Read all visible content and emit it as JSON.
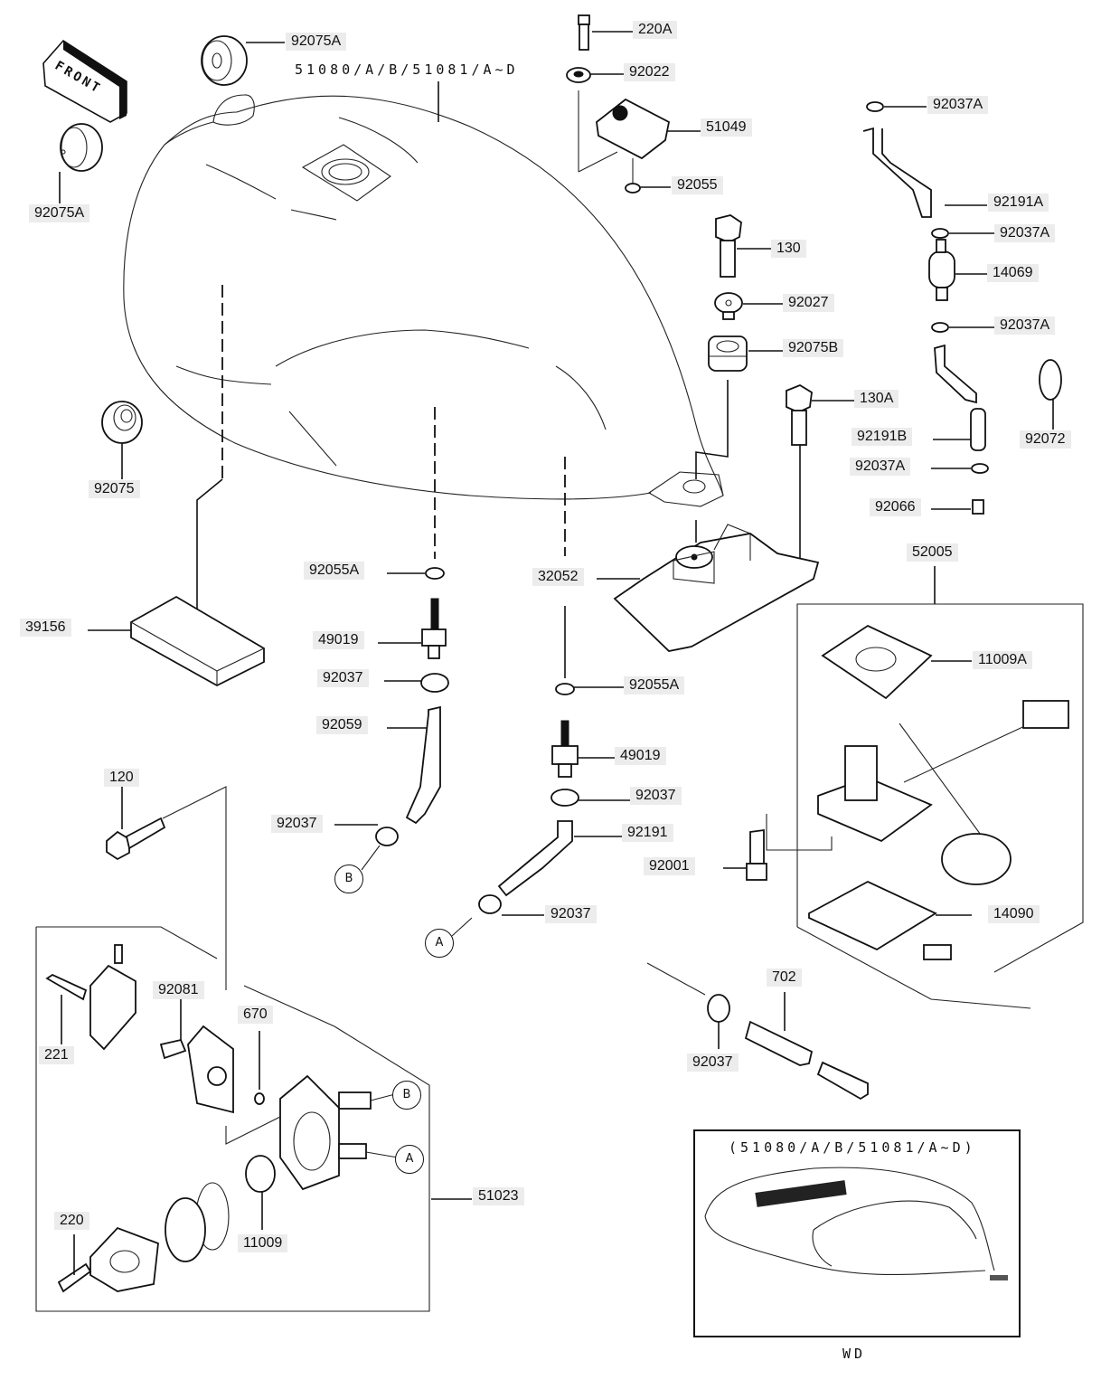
{
  "diagram": {
    "title": "Fuel Tank Parts Diagram",
    "main_assembly_ref": "51080/A/B/51081/A~D",
    "inset_ref": "(51080/A/B/51081/A~D)",
    "inset_caption": "WD",
    "front_label": "FRONT",
    "callouts": {
      "A": "A",
      "B": "B"
    },
    "parts": [
      {
        "id": "p_92075A_top",
        "number": "92075A"
      },
      {
        "id": "p_92075A_left",
        "number": "92075A"
      },
      {
        "id": "p_220A",
        "number": "220A"
      },
      {
        "id": "p_92022",
        "number": "92022"
      },
      {
        "id": "p_51049",
        "number": "51049"
      },
      {
        "id": "p_92055",
        "number": "92055"
      },
      {
        "id": "p_92037A_1",
        "number": "92037A"
      },
      {
        "id": "p_92191A",
        "number": "92191A"
      },
      {
        "id": "p_92037A_2",
        "number": "92037A"
      },
      {
        "id": "p_130",
        "number": "130"
      },
      {
        "id": "p_14069",
        "number": "14069"
      },
      {
        "id": "p_92027",
        "number": "92027"
      },
      {
        "id": "p_92037A_3",
        "number": "92037A"
      },
      {
        "id": "p_92075B",
        "number": "92075B"
      },
      {
        "id": "p_130A",
        "number": "130A"
      },
      {
        "id": "p_92191B",
        "number": "92191B"
      },
      {
        "id": "p_92072",
        "number": "92072"
      },
      {
        "id": "p_92037A_4",
        "number": "92037A"
      },
      {
        "id": "p_92066",
        "number": "92066"
      },
      {
        "id": "p_92075",
        "number": "92075"
      },
      {
        "id": "p_52005",
        "number": "52005"
      },
      {
        "id": "p_92055A_1",
        "number": "92055A"
      },
      {
        "id": "p_32052",
        "number": "32052"
      },
      {
        "id": "p_39156",
        "number": "39156"
      },
      {
        "id": "p_49019_1",
        "number": "49019"
      },
      {
        "id": "p_11009A",
        "number": "11009A"
      },
      {
        "id": "p_92037_1",
        "number": "92037"
      },
      {
        "id": "p_92055A_2",
        "number": "92055A"
      },
      {
        "id": "p_92059",
        "number": "92059"
      },
      {
        "id": "p_49019_2",
        "number": "49019"
      },
      {
        "id": "p_120",
        "number": "120"
      },
      {
        "id": "p_92037_2",
        "number": "92037"
      },
      {
        "id": "p_92037_3",
        "number": "92037"
      },
      {
        "id": "p_92191",
        "number": "92191"
      },
      {
        "id": "p_92001",
        "number": "92001"
      },
      {
        "id": "p_92037_4",
        "number": "92037"
      },
      {
        "id": "p_14090",
        "number": "14090"
      },
      {
        "id": "p_92081",
        "number": "92081"
      },
      {
        "id": "p_702",
        "number": "702"
      },
      {
        "id": "p_670",
        "number": "670"
      },
      {
        "id": "p_221",
        "number": "221"
      },
      {
        "id": "p_92037_5",
        "number": "92037"
      },
      {
        "id": "p_51023",
        "number": "51023"
      },
      {
        "id": "p_220",
        "number": "220"
      },
      {
        "id": "p_11009",
        "number": "11009"
      }
    ]
  }
}
